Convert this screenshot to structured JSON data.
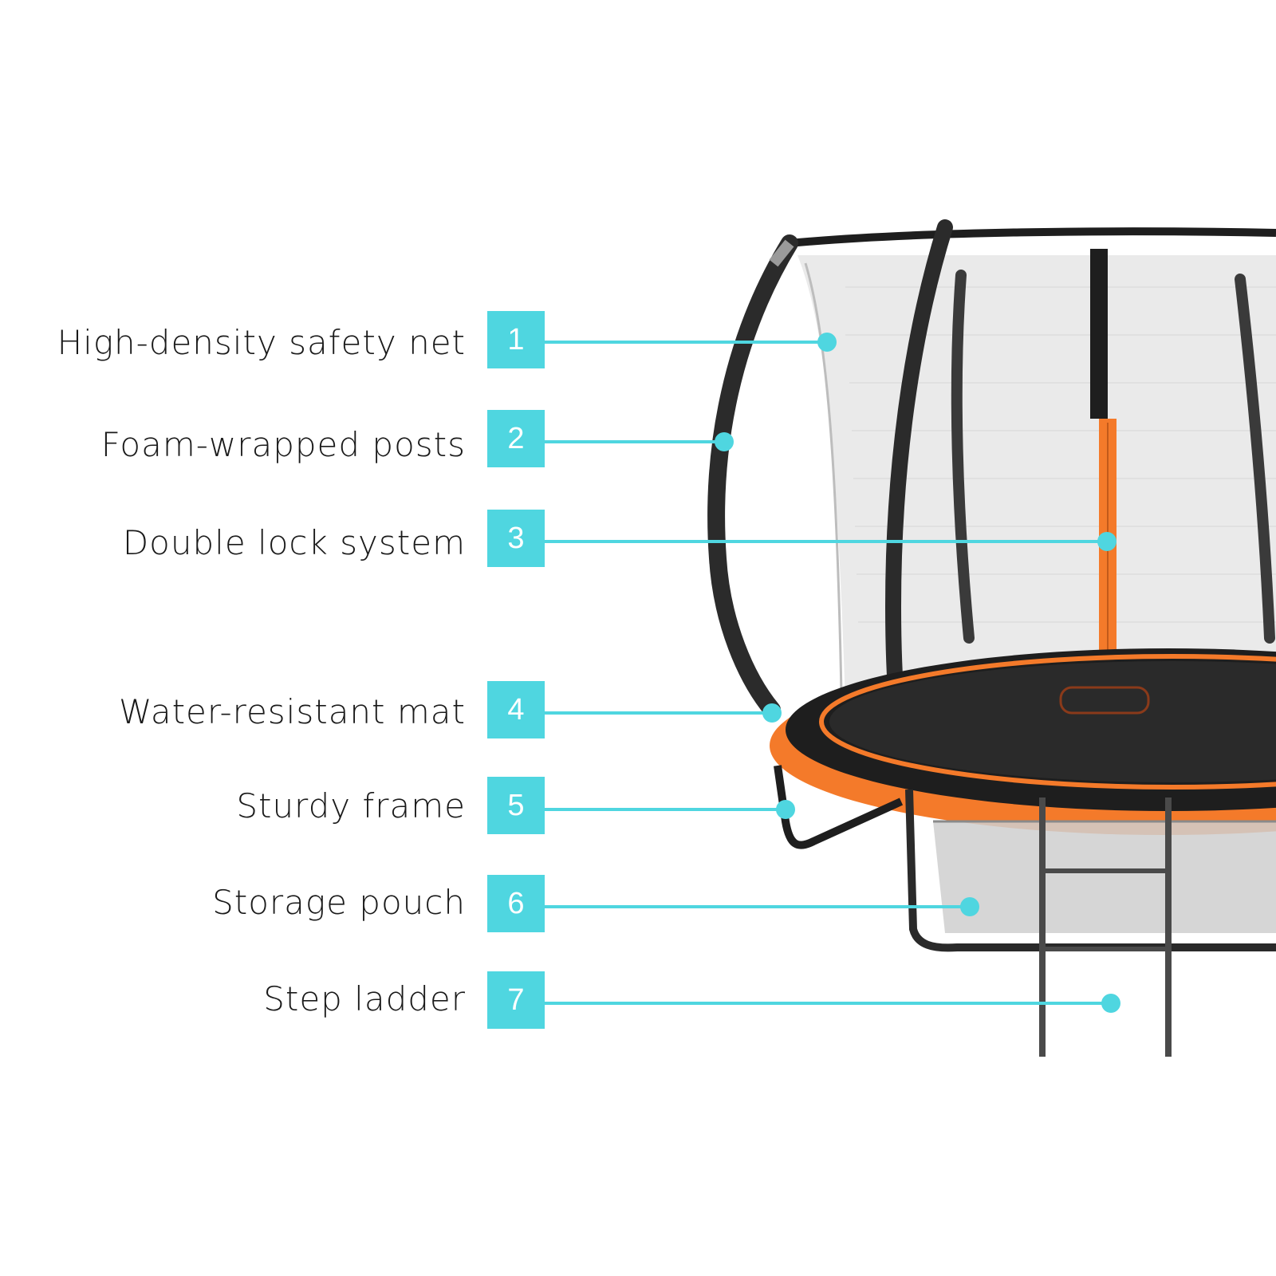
{
  "colors": {
    "accent": "#4fd6e0",
    "frame_orange": "#f47a2a",
    "frame_black": "#1e1e1e",
    "mat": "#2a2a2a",
    "net": "#cfcfcf"
  },
  "callouts": [
    {
      "number": "1",
      "label": "High-density safety net"
    },
    {
      "number": "2",
      "label": "Foam-wrapped posts"
    },
    {
      "number": "3",
      "label": "Double lock system"
    },
    {
      "number": "4",
      "label": "Water-resistant mat"
    },
    {
      "number": "5",
      "label": "Sturdy frame"
    },
    {
      "number": "6",
      "label": "Storage pouch"
    },
    {
      "number": "7",
      "label": "Step ladder"
    }
  ]
}
